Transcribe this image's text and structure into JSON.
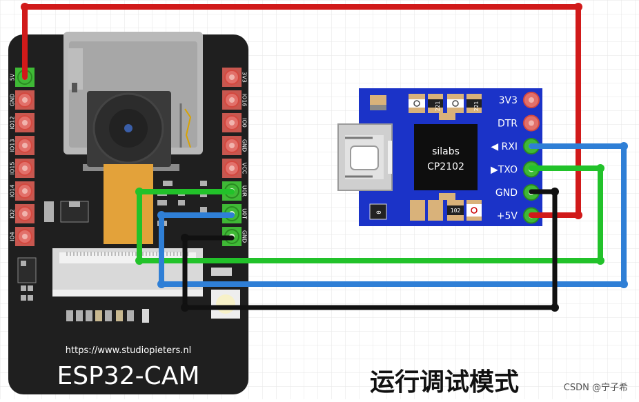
{
  "esp32": {
    "url": "https://www.studiopieters.nl",
    "name": "ESP32-CAM",
    "left_pins": [
      "5V",
      "GND",
      "IO12",
      "IO13",
      "IO15",
      "IO14",
      "IO2",
      "IO4"
    ],
    "right_pins": [
      "3V3",
      "IO16",
      "IO0",
      "GND",
      "VCC",
      "U0R",
      "U0T",
      "GND"
    ]
  },
  "usb_module": {
    "chip_line1": "silabs",
    "chip_line2": "CP2102",
    "resistor1": "221",
    "resistor2": "221",
    "resistor3": "102",
    "pad_zero": "0",
    "pins": [
      "3V3",
      "DTR",
      "RXI",
      "TXO",
      "GND",
      "+5V"
    ]
  },
  "caption": "运行调试模式",
  "watermark": "CSDN @宁子希",
  "colors": {
    "wire_red": "#d11a1a",
    "wire_green": "#22c22a",
    "wire_blue": "#2f7fd6",
    "wire_black": "#111111",
    "board_black": "#1f1f1f",
    "module_blue": "#1b33c8",
    "pin_red": "#e2706a",
    "pin_green": "#3fb936",
    "header_orange": "#e3a23a"
  }
}
